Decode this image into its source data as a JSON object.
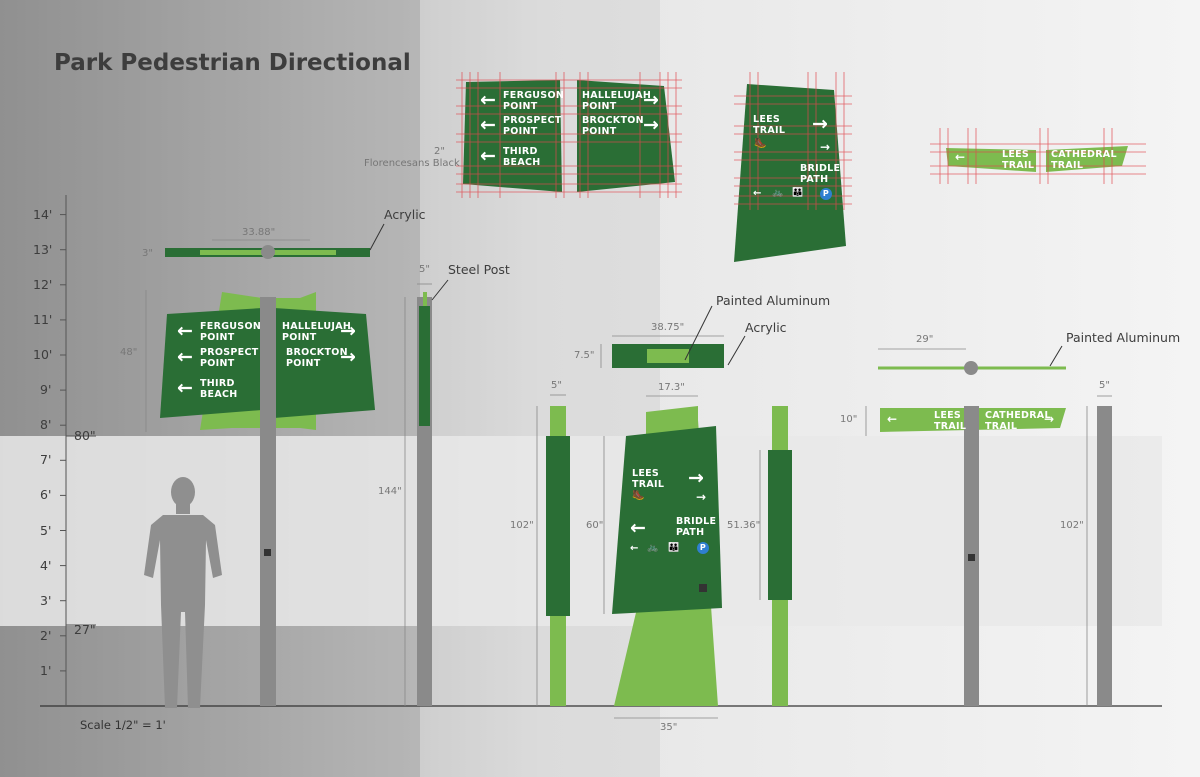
{
  "title": "Park Pedestrian Directional",
  "scale_note": "Scale 1/2\" = 1'",
  "colors": {
    "dark_green": "#2a6e35",
    "light_green": "#7dbb4f",
    "post_grey": "#8a8a8a",
    "guide_red": "#e0484f",
    "band_grey": "#e2e2e2"
  },
  "height_scale": [
    {
      "label": "1'",
      "ft": 1
    },
    {
      "label": "2'",
      "ft": 2
    },
    {
      "label": "3'",
      "ft": 3
    },
    {
      "label": "4'",
      "ft": 4
    },
    {
      "label": "5'",
      "ft": 5
    },
    {
      "label": "6'",
      "ft": 6
    },
    {
      "label": "7'",
      "ft": 7
    },
    {
      "label": "8'",
      "ft": 8
    },
    {
      "label": "9'",
      "ft": 9
    },
    {
      "label": "10'",
      "ft": 10
    },
    {
      "label": "11'",
      "ft": 11
    },
    {
      "label": "12'",
      "ft": 12
    },
    {
      "label": "13'",
      "ft": 13
    },
    {
      "label": "14'",
      "ft": 14
    }
  ],
  "height_marks": {
    "upper": "80\"",
    "lower": "27\""
  },
  "materials": {
    "acrylic": "Acrylic",
    "steel_post": "Steel Post",
    "painted_aluminum": "Painted Aluminum"
  },
  "type_note": {
    "size": "2\"",
    "font": "Florencesans Black"
  },
  "dimensions": {
    "a": "33.88\"",
    "b": "3\"",
    "c": "48\"",
    "d": "5\"",
    "e": "144\"",
    "f": "38.75\"",
    "g": "7.5\"",
    "h": "5\"",
    "i": "17.3\"",
    "j": "102\"",
    "k": "60\"",
    "l": "51.36\"",
    "m": "35\"",
    "n": "29\"",
    "o": "10\"",
    "p": "5\"",
    "q": "102\""
  },
  "destinations": {
    "ferguson": "FERGUSON\nPOINT",
    "prospect": "PROSPECT\nPOINT",
    "third": "THIRD\nBEACH",
    "hallelujah": "HALLELUJAH\nPOINT",
    "brockton": "BROCKTON\nPOINT",
    "lees": "LEES\nTRAIL",
    "bridle": "BRIDLE\nPATH",
    "cathedral": "CATHEDRAL\nTRAIL"
  },
  "glyphs": {
    "left": "←",
    "right": "→",
    "hiker": "🥾",
    "bike": "🚲",
    "people": "👪",
    "parking": "P"
  }
}
